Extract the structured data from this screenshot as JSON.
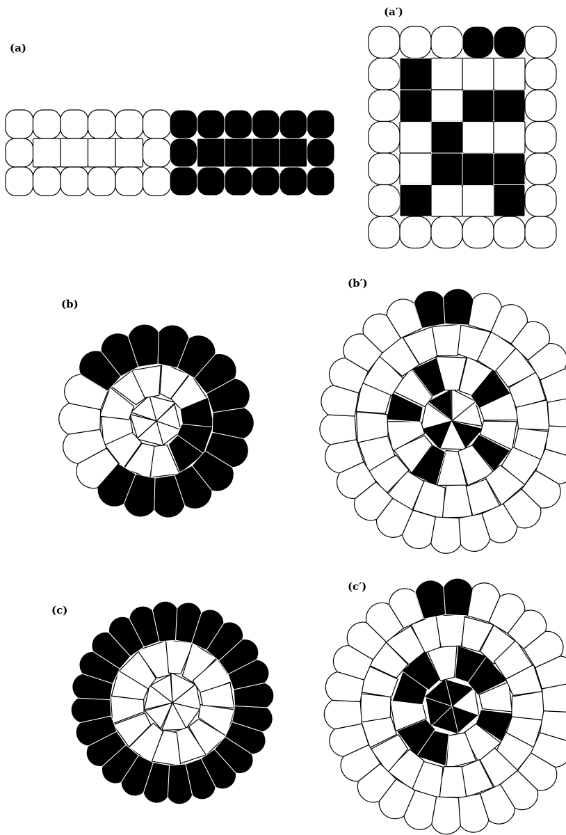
{
  "figure": {
    "panels": [
      {
        "id": "a",
        "label": "(a)",
        "description_tag": "two-rectangles-white-black"
      },
      {
        "id": "a_prime",
        "label": "(a′)",
        "description_tag": "mixed-rectangle"
      },
      {
        "id": "b",
        "label": "(b)",
        "description_tag": "partial-ring-aggregate"
      },
      {
        "id": "b_prime",
        "label": "(b′)",
        "description_tag": "scattered-aggregate"
      },
      {
        "id": "c",
        "label": "(c)",
        "description_tag": "black-ring-around-white"
      },
      {
        "id": "c_prime",
        "label": "(c′)",
        "description_tag": "black-core-aggregate"
      }
    ]
  },
  "colors": {
    "background": "#ffffff",
    "cell_white": "#ffffff",
    "cell_black": "#000000",
    "outline": "#000000"
  }
}
